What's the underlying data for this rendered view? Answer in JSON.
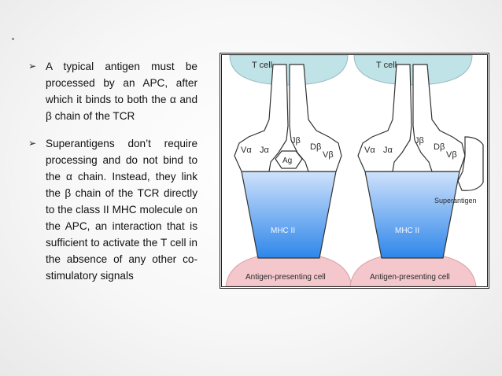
{
  "bullets": [
    "A typical antigen must be processed by an APC, after which it binds to both the α and β chain of the TCR",
    "Superantigens don’t require processing and do not bind to the α chain. Instead, they link the β chain of the TCR directly to the class II MHC molecule on the APC, an interaction that is sufficient to activate the T cell in the absence of any other co-stimulatory signals"
  ],
  "diagram": {
    "left": {
      "t_cell": "T cell",
      "v_alpha": "Vα",
      "j_alpha": "Jα",
      "j_beta": "Jβ",
      "d_beta": "Dβ",
      "v_beta": "Vβ",
      "antigen": "Ag",
      "mhc": "MHC II",
      "apc": "Antigen-presenting cell"
    },
    "right": {
      "t_cell": "T cell",
      "v_alpha": "Vα",
      "j_alpha": "Jα",
      "j_beta": "Jβ",
      "d_beta": "Dβ",
      "v_beta": "Vβ",
      "superantigen": "Superantigen",
      "mhc": "MHC II",
      "apc": "Antigen-presenting cell"
    }
  },
  "colors": {
    "t_cell": "#bfe3e7",
    "mhc_top": "#cfe2fb",
    "mhc_bottom": "#2e86ea",
    "apc": "#f3c7cb"
  }
}
